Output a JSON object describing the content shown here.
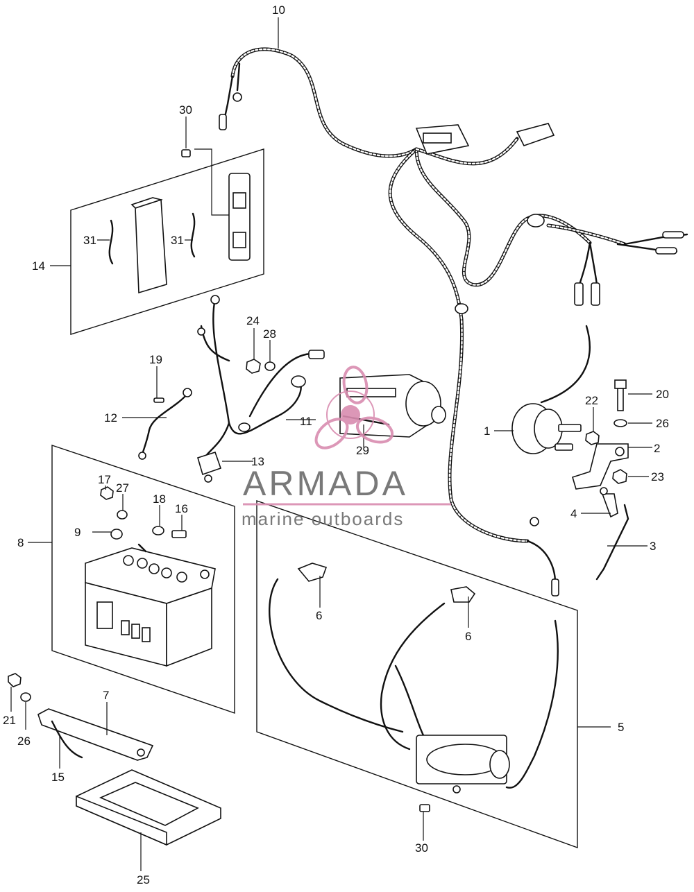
{
  "watermark": {
    "brand": "ARMADA",
    "tagline": "marine outboards",
    "colors": {
      "text": "#6b6b6b",
      "accent": "#d98cb0"
    }
  },
  "callouts": [
    "1",
    "2",
    "3",
    "4",
    "5",
    "6",
    "6",
    "7",
    "8",
    "9",
    "10",
    "11",
    "12",
    "13",
    "14",
    "15",
    "16",
    "17",
    "18",
    "19",
    "20",
    "21",
    "22",
    "23",
    "24",
    "25",
    "26",
    "26",
    "27",
    "28",
    "29",
    "30",
    "30",
    "31",
    "31"
  ],
  "colors": {
    "line": "#111111",
    "background": "#ffffff"
  }
}
